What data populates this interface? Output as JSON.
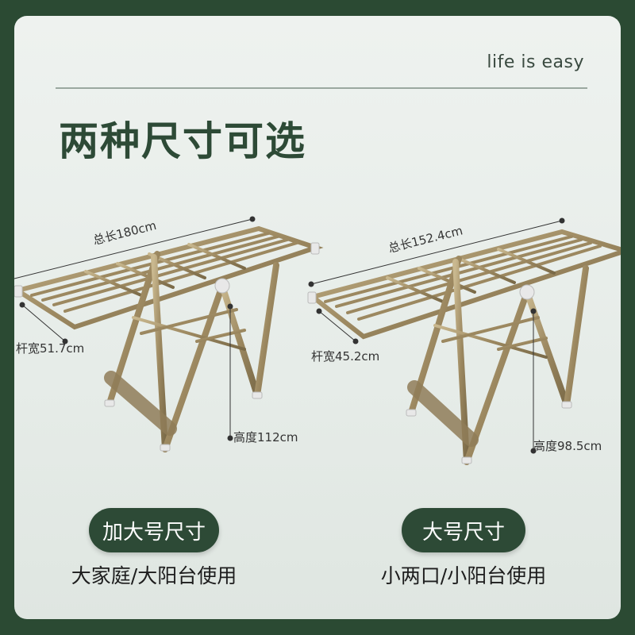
{
  "tagline": "life is easy",
  "heading": "两种尺寸可选",
  "colors": {
    "frame": "#2b4a33",
    "accent": "#2d4a36",
    "metal": "#a8946a"
  },
  "sizes": [
    {
      "length_label": "总长180cm",
      "width_label": "杆宽51.7cm",
      "height_label": "高度112cm",
      "size_name": "加大号尺寸",
      "usage": "大家庭/大阳台使用"
    },
    {
      "length_label": "总长152.4cm",
      "width_label": "杆宽45.2cm",
      "height_label": "高度98.5cm",
      "size_name": "大号尺寸",
      "usage": "小两口/小阳台使用"
    }
  ]
}
